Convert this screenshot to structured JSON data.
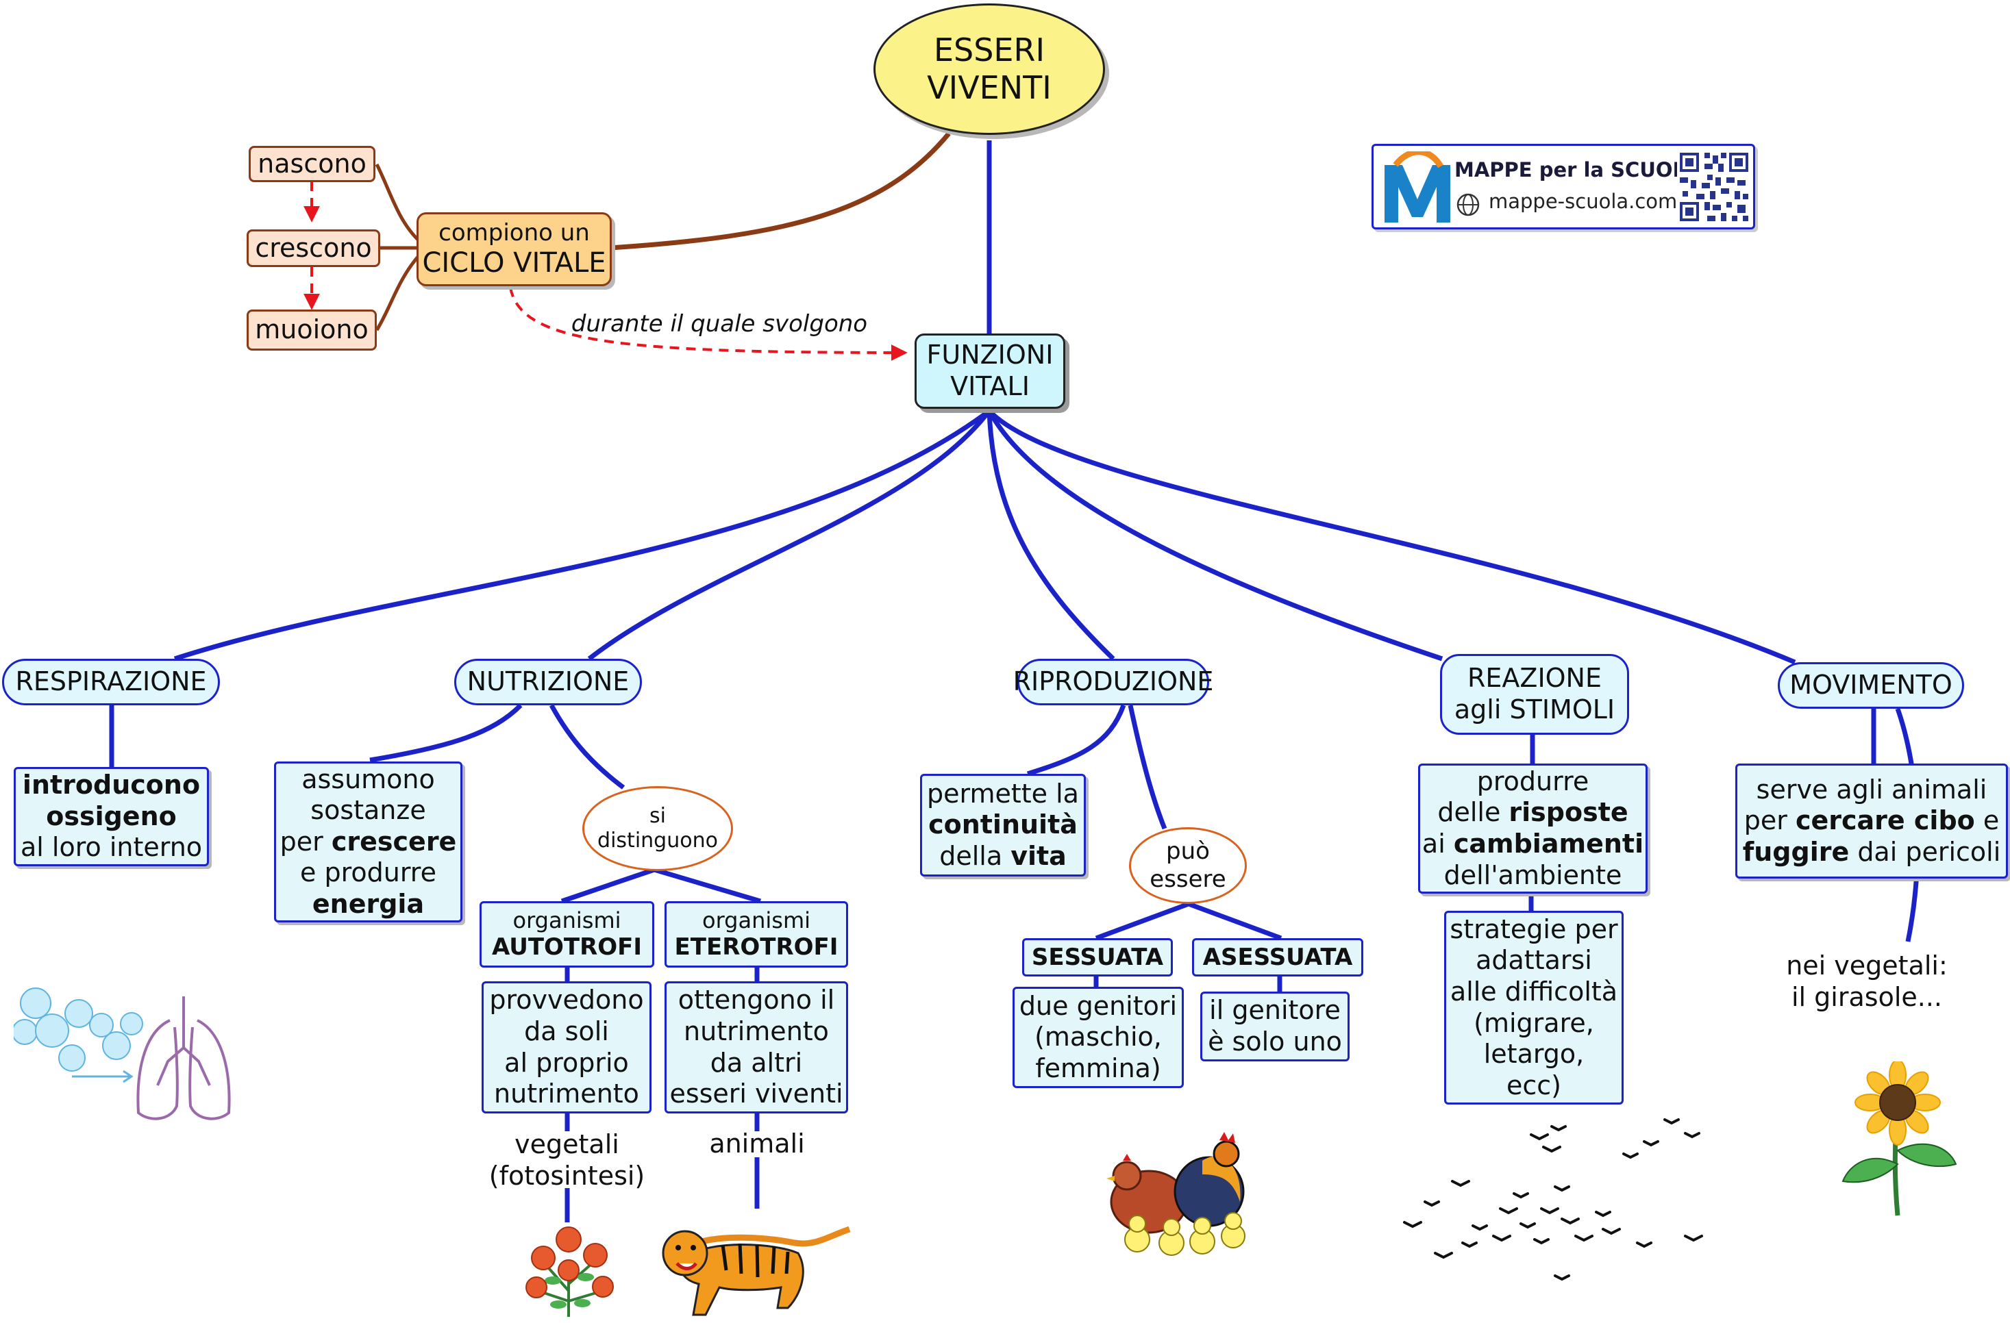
{
  "root": {
    "line1": "ESSERI",
    "line2": "VIVENTI"
  },
  "ciclo": {
    "main_line1": "compiono un",
    "main_line2": "CICLO VITALE",
    "steps": [
      "nascono",
      "crescono",
      "muoiono"
    ],
    "link_label": "durante il quale svolgono"
  },
  "funzioni": {
    "line1": "FUNZIONI",
    "line2": "VITALI"
  },
  "respirazione": {
    "title": "RESPIRAZIONE",
    "desc_l1": "introducono",
    "desc_l2": "ossigeno",
    "desc_l3": "al loro interno"
  },
  "nutrizione": {
    "title": "NUTRIZIONE",
    "desc_l1": "assumono",
    "desc_l2": "sostanze",
    "desc_l3a": "per ",
    "desc_l3b": "crescere",
    "desc_l4": "e produrre",
    "desc_l5": "energia",
    "distinguono_l1": "si",
    "distinguono_l2": "distinguono",
    "autotrofi": {
      "title_l1": "organismi",
      "title_l2": "AUTOTROFI",
      "desc": [
        "provvedono",
        "da soli",
        "al proprio",
        "nutrimento"
      ],
      "example_l1": "vegetali",
      "example_l2": "(fotosintesi)"
    },
    "eterotrofi": {
      "title_l1": "organismi",
      "title_l2": "ETEROTROFI",
      "desc": [
        "ottengono il",
        "nutrimento",
        "da altri",
        "esseri viventi"
      ],
      "example": "animali"
    }
  },
  "riproduzione": {
    "title": "RIPRODUZIONE",
    "desc_l1": "permette la",
    "desc_l2": "continuità",
    "desc_l3a": "della ",
    "desc_l3b": "vita",
    "puo_l1": "può",
    "puo_l2": "essere",
    "sessuata": {
      "title": "SESSUATA",
      "desc": [
        "due genitori",
        "(maschio,",
        "femmina)"
      ]
    },
    "asessuata": {
      "title": "ASESSUATA",
      "desc": [
        "il genitore",
        "è solo uno"
      ]
    }
  },
  "reazione": {
    "title_l1": "REAZIONE",
    "title_l2": "agli STIMOLI",
    "desc_l1": "produrre",
    "desc_l2a": "delle ",
    "desc_l2b": "risposte",
    "desc_l3a": "ai ",
    "desc_l3b": "cambiamenti",
    "desc_l4": "dell'ambiente",
    "strategie": [
      "strategie per",
      "adattarsi",
      "alle difficoltà",
      "(migrare,",
      "letargo,",
      "ecc)"
    ]
  },
  "movimento": {
    "title": "MOVIMENTO",
    "desc_l1": "serve agli animali",
    "desc_l2a": "per ",
    "desc_l2b": "cercare cibo",
    "desc_l2c": " e",
    "desc_l3a": "fuggire",
    "desc_l3b": " dai pericoli",
    "vegetali_l1": "nei vegetali:",
    "vegetali_l2": "il girasole..."
  },
  "logo": {
    "title": "MAPPE per la SCUOLA",
    "url": "mappe-scuola.com"
  },
  "colors": {
    "blue_link": "#1a22c8",
    "brown_link": "#8a3a14",
    "red_arrow": "#e8141e",
    "root_fill": "#fbf28a",
    "ciclo_fill": "#fdd28a",
    "node_fill": "#e3f7fa"
  }
}
